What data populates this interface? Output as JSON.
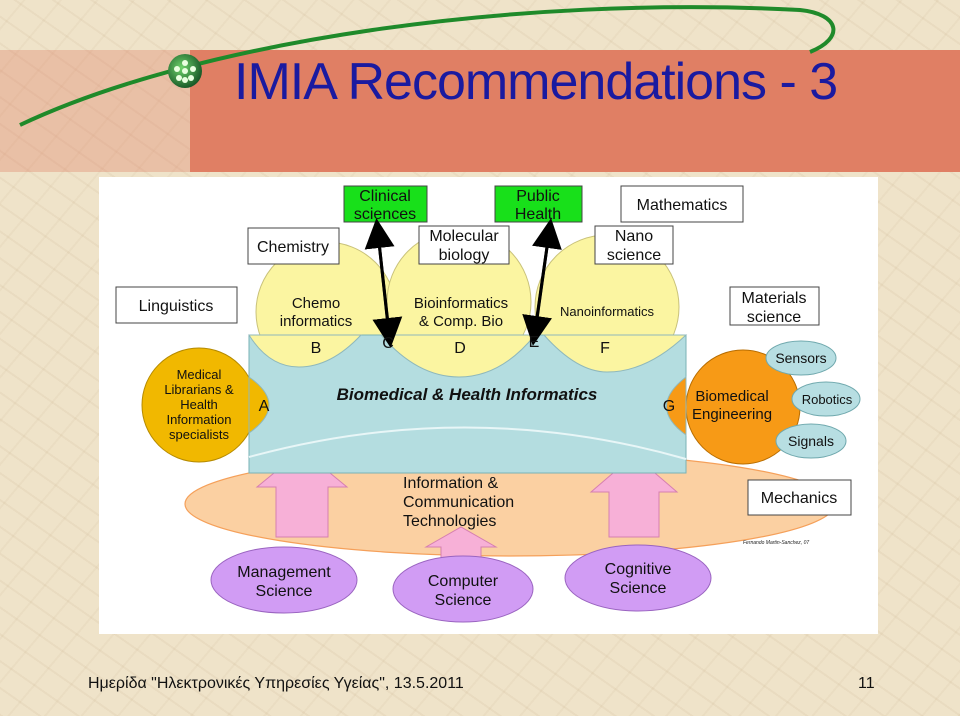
{
  "slide": {
    "title": "IMIA Recommendations - 3",
    "footer": "Ημερίδα \"Ηλεκτρονικές Υπηρεσίες Υγείας\", 13.5.2011",
    "page_number": "11"
  },
  "diagram": {
    "center_label": "Biomedical & Health Informatics",
    "ict_label": [
      "Information &",
      "Communication",
      "Technologies"
    ],
    "credit": "Fernando Martin-Sanchez, 07",
    "letters": {
      "a": "A",
      "b": "B",
      "c": "C",
      "d": "D",
      "e": "E",
      "f": "F",
      "g": "G"
    },
    "top_green": {
      "clinical": [
        "Clinical",
        "sciences"
      ],
      "public": [
        "Public",
        "Health"
      ]
    },
    "boxes": {
      "chemistry": "Chemistry",
      "molecular": [
        "Molecular",
        "biology"
      ],
      "mathematics": "Mathematics",
      "nano": [
        "Nano",
        "science"
      ],
      "linguistics": "Linguistics",
      "materials": [
        "Materials",
        "science"
      ],
      "mechanics": "Mechanics"
    },
    "domes": {
      "chemo": [
        "Chemo",
        "informatics"
      ],
      "bioinfo": [
        "Bioinformatics",
        "& Comp. Bio"
      ],
      "nanoinfo": "Nanoinformatics"
    },
    "left_circle": [
      "Medical",
      "Librarians &",
      "Health",
      "Information",
      "specialists"
    ],
    "right_circle": [
      "Biomedical",
      "Engineering"
    ],
    "satellites": {
      "sensors": "Sensors",
      "robotics": "Robotics",
      "signals": "Signals"
    },
    "bottom": {
      "management": [
        "Management",
        "Science"
      ],
      "computer": [
        "Computer",
        "Science"
      ],
      "cognitive": [
        "Cognitive",
        "Science"
      ]
    },
    "colors": {
      "green_box": "#18e01a",
      "dome_yellow": "#fbf5a1",
      "core_blue": "#b4dde0",
      "ict_orange": "#fbd0a2",
      "left_circle": "#f1b800",
      "right_circle": "#f79a16",
      "satellite": "#b7dee2",
      "bottom_purple": "#d19cf4",
      "arrow_pink": "#f7b0d7",
      "title_text": "#1a1aa0",
      "title_band": "#e07f64"
    }
  }
}
